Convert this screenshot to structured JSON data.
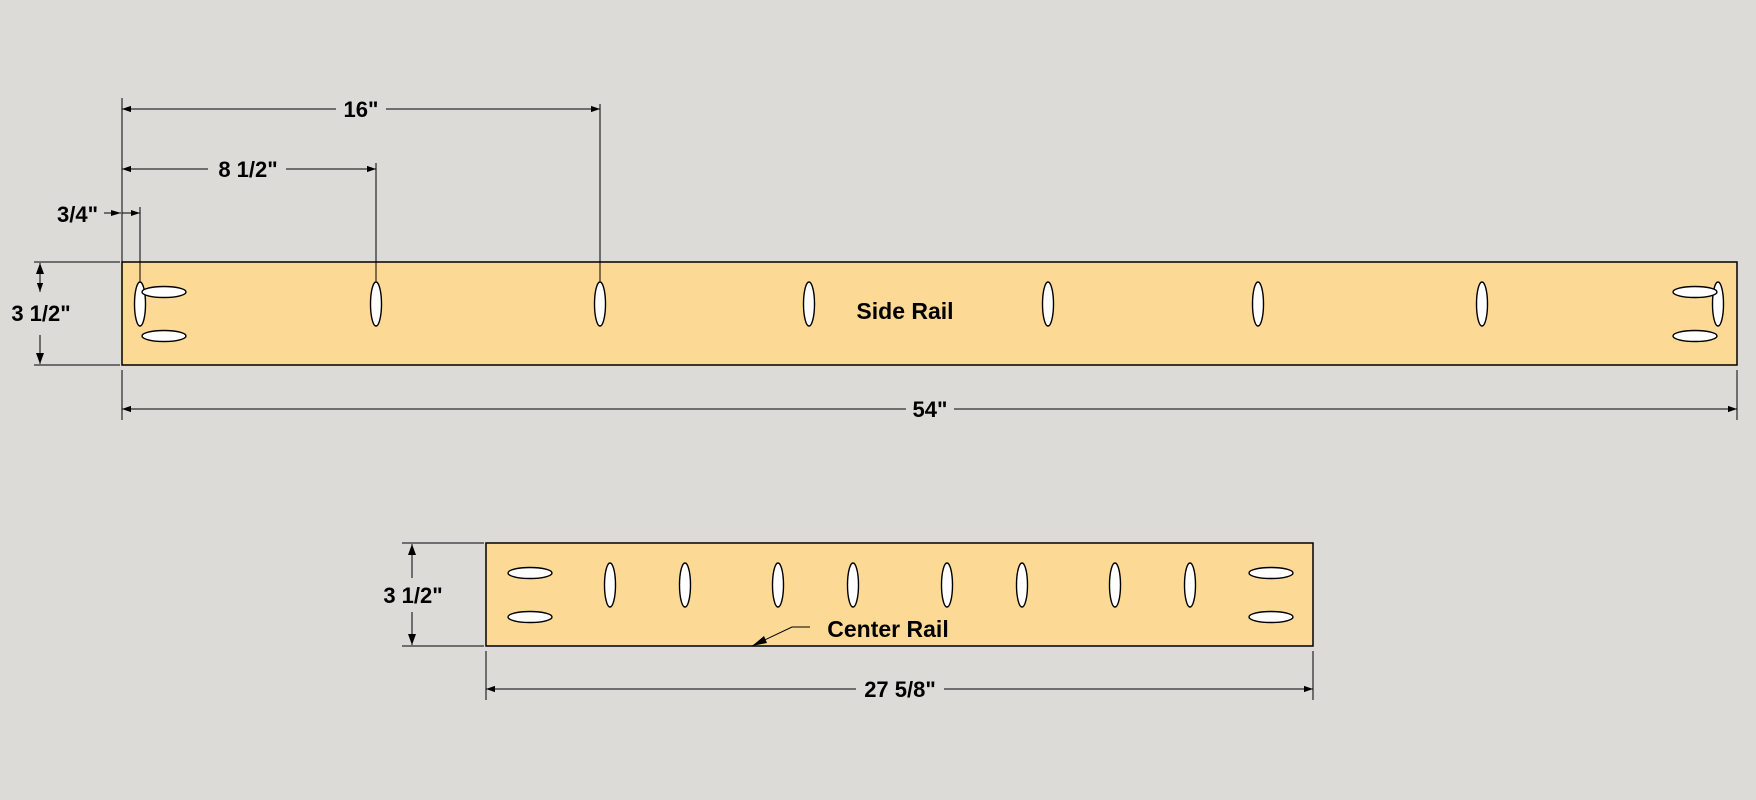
{
  "colors": {
    "background": "#dcdbd7",
    "board_fill": "#fcd994",
    "outline": "#000000",
    "pocket_hole": "#ffffff"
  },
  "side_rail": {
    "label": "Side Rail",
    "length_label": "54\"",
    "width_label": "3 1/2\"",
    "offset_3_4_label": "3/4\"",
    "offset_8_1_2_label": "8 1/2\"",
    "offset_16_label": "16\""
  },
  "center_rail": {
    "label": "Center Rail",
    "length_label": "27 5/8\"",
    "width_label": "3 1/2\""
  }
}
